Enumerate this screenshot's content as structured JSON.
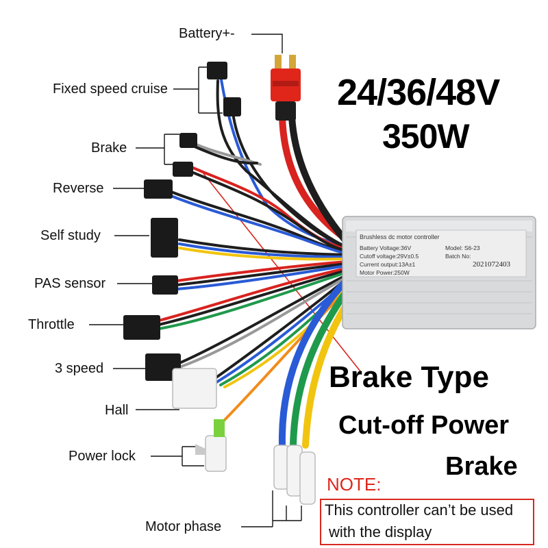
{
  "labels": {
    "battery": "Battery+-",
    "cruise": "Fixed speed cruise",
    "brake": "Brake",
    "reverse": "Reverse",
    "self_study": "Self study",
    "pas": "PAS sensor",
    "throttle": "Throttle",
    "three_speed": "3 speed",
    "hall": "Hall",
    "power_lock": "Power lock",
    "motor_phase": "Motor phase"
  },
  "headline": {
    "voltage": "24/36/48V",
    "power": "350W"
  },
  "brake_info": {
    "type": "Brake Type",
    "cutoff": "Cut-off Power",
    "brake": "Brake"
  },
  "note": {
    "title": "NOTE:",
    "line1": "This controller can’t be used",
    "line2": "with the display"
  },
  "controller": {
    "name": "Brushless dc motor controller",
    "battery_voltage": "Battery Voltage:36V",
    "cutoff_voltage": "Cutoff voltage:29V±0.5",
    "current_output": "Current output:13A±1",
    "motor_power": "Motor Power:250W",
    "model": "Model: S6-23",
    "batch": "Batch No:",
    "serial": "2021072403"
  },
  "colors": {
    "accent_red": "#e0261b",
    "wire_red": "#d8231f",
    "wire_blue": "#2a5bd6",
    "wire_green": "#1f9a4c",
    "wire_yellow": "#f1c40f",
    "wire_orange": "#f28c1b",
    "wire_black": "#1e1e1e",
    "housing": "#d9dadb"
  }
}
